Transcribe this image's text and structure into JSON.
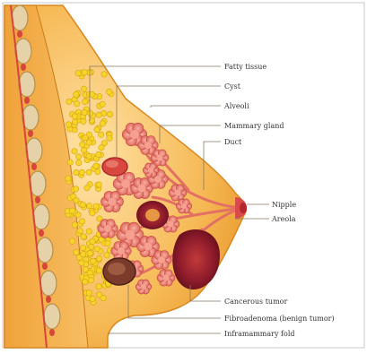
{
  "diagram": {
    "labels": {
      "fatty_tissue": "Fatty tissue",
      "cyst": "Cyst",
      "alveoli": "Alveoli",
      "mammary_gland": "Mammary gland",
      "duct": "Duct",
      "nipple": "Nipple",
      "areola": "Areola",
      "cancerous_tumor": "Cancerous tumor",
      "fibroadenoma": "Fibroadenoma (benign tumor)",
      "inframammary_fold": "Inframammary fold"
    }
  },
  "colors": {
    "skin": "#f2a93b",
    "skin_dark": "#d9881f",
    "fat": "#f7d42a",
    "lobule": "#e9736a",
    "tumor": "#8e1b2b",
    "fibroadenoma": "#7a3b2a",
    "leader": "#7a6a55"
  }
}
